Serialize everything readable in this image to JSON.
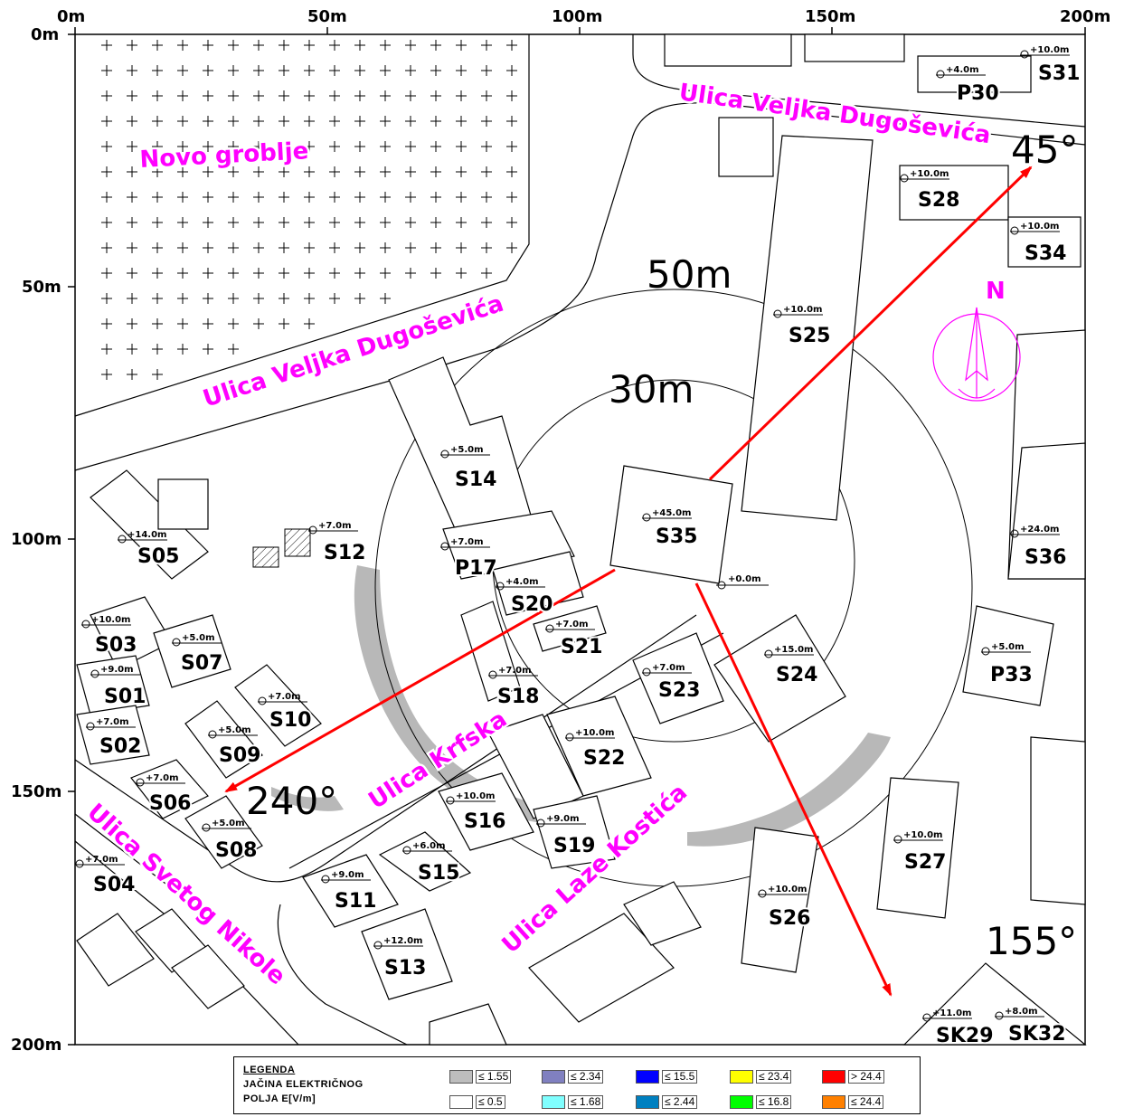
{
  "axes": {
    "top": [
      "0m",
      "50m",
      "100m",
      "150m",
      "200m"
    ],
    "left": [
      "0m",
      "50m",
      "100m",
      "150m",
      "200m"
    ]
  },
  "places": {
    "cemetery": "Novo groblje",
    "street_vdj_top": "Ulica Veljka Dugoševića",
    "street_vdj_mid": "Ulica Veljka Dugoševića",
    "street_krfska": "Ulica Krfska",
    "street_nikole": "Ulica Svetog Nikole",
    "street_laze": "Ulica Laze Kostića"
  },
  "radii": {
    "outer": "50m",
    "inner": "30m"
  },
  "angles": {
    "a45": "45°",
    "a155": "155°",
    "a240": "240°"
  },
  "north": "N",
  "sites": [
    {
      "id": "S31",
      "h": "+10.0m"
    },
    {
      "id": "P30",
      "h": "+4.0m"
    },
    {
      "id": "S28",
      "h": "+10.0m"
    },
    {
      "id": "S34",
      "h": "+10.0m"
    },
    {
      "id": "S25",
      "h": "+10.0m"
    },
    {
      "id": "S14",
      "h": "+5.0m"
    },
    {
      "id": "S35",
      "h": "+45.0m"
    },
    {
      "id": "S05",
      "h": "+14.0m"
    },
    {
      "id": "S12",
      "h": "+7.0m"
    },
    {
      "id": "P17",
      "h": "+7.0m"
    },
    {
      "id": "S20",
      "h": "+4.0m"
    },
    {
      "id": "S36",
      "h": "+24.0m"
    },
    {
      "id": "S03",
      "h": "+10.0m"
    },
    {
      "id": "S07",
      "h": "+5.0m"
    },
    {
      "id": "S21",
      "h": "+7.0m"
    },
    {
      "id": "S01",
      "h": "+9.0m"
    },
    {
      "id": "S18",
      "h": "+7.0m"
    },
    {
      "id": "S23",
      "h": "+7.0m"
    },
    {
      "id": "S24",
      "h": "+15.0m"
    },
    {
      "id": "P33",
      "h": "+5.0m"
    },
    {
      "id": "S10",
      "h": "+7.0m"
    },
    {
      "id": "S02",
      "h": "+7.0m"
    },
    {
      "id": "S09",
      "h": "+5.0m"
    },
    {
      "id": "S22",
      "h": "+10.0m"
    },
    {
      "id": "S06",
      "h": "+7.0m"
    },
    {
      "id": "S16",
      "h": "+10.0m"
    },
    {
      "id": "S19",
      "h": "+9.0m"
    },
    {
      "id": "S08",
      "h": "+5.0m"
    },
    {
      "id": "S27",
      "h": "+10.0m"
    },
    {
      "id": "S04",
      "h": "+7.0m"
    },
    {
      "id": "S15",
      "h": "+6.0m"
    },
    {
      "id": "S11",
      "h": "+9.0m"
    },
    {
      "id": "S26",
      "h": "+10.0m"
    },
    {
      "id": "S13",
      "h": "+12.0m"
    },
    {
      "id": "SK29",
      "h": "+11.0m"
    },
    {
      "id": "SK32",
      "h": "+8.0m"
    }
  ],
  "ground_marker": "+0.0m",
  "legend": {
    "title1": "LEGENDA",
    "title2": "JAČINA ELEKTRIČNOG",
    "title3": "POLJA E[V/m]",
    "items": [
      {
        "color": "#bdbdbd",
        "label": "≤ 1.55"
      },
      {
        "color": "#8080c0",
        "label": "≤ 2.34"
      },
      {
        "color": "#0000ff",
        "label": "≤ 15.5"
      },
      {
        "color": "#ffff00",
        "label": "≤ 23.4"
      },
      {
        "color": "#ff0000",
        "label": "> 24.4"
      },
      {
        "color": "#ffffff",
        "label": "≤ 0.5"
      },
      {
        "color": "#80ffff",
        "label": "≤ 1.68"
      },
      {
        "color": "#0080c0",
        "label": "≤ 2.44"
      },
      {
        "color": "#00ff00",
        "label": "≤ 16.8"
      },
      {
        "color": "#ff8000",
        "label": "≤ 24.4"
      }
    ]
  },
  "colors": {
    "street": "#ff00ff",
    "arrow": "#ff0000",
    "shade": "#b0b0b0"
  }
}
